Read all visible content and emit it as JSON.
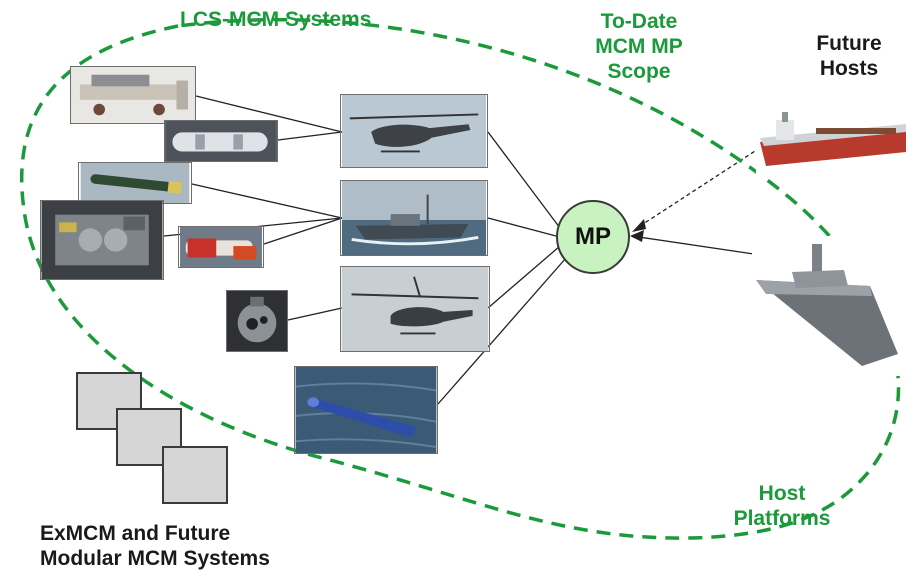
{
  "labels": {
    "lcs_mcm": "LCS-MCM Systems",
    "to_date_line1": "To-Date",
    "to_date_line2": "MCM MP",
    "to_date_line3": "Scope",
    "future_hosts_line1": "Future",
    "future_hosts_line2": "Hosts",
    "host_platforms_line1": "Host",
    "host_platforms_line2": "Platforms",
    "exmcm_line1": "ExMCM and Future",
    "exmcm_line2": "Modular MCM Systems",
    "mp": "MP"
  },
  "colors": {
    "scope_boundary": "#1a9a3a",
    "mp_fill": "#c8f2c0",
    "label_green": "#1a9a3a"
  }
}
